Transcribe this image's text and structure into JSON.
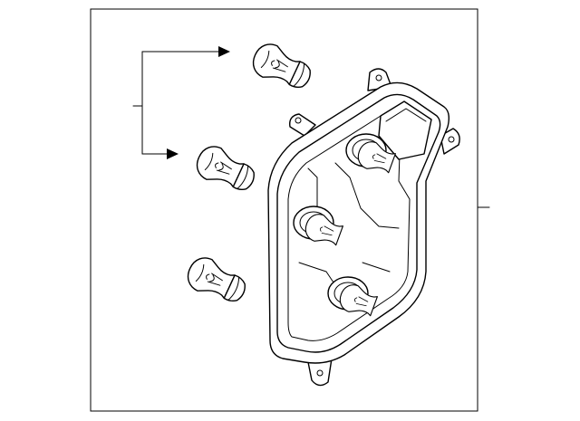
{
  "diagram": {
    "kind": "exploded-parts-diagram",
    "line_color": "#000000",
    "background": "#ffffff",
    "parts": [
      {
        "id": "lamp-bulb",
        "count": 3,
        "loose": true
      },
      {
        "id": "lamp-socket-housing",
        "count": 1,
        "bulbs_installed": 3
      }
    ],
    "callouts": [
      {
        "name": "bulb-callout",
        "arrow_targets": 2
      },
      {
        "name": "housing-callout"
      }
    ]
  }
}
